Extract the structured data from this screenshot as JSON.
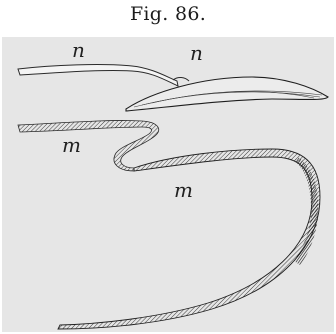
{
  "figure": {
    "caption": "Fig. 86.",
    "labels": {
      "n_upper_left": "n",
      "n_upper_right": "n",
      "m_middle": "m",
      "m_lower": "m"
    }
  }
}
